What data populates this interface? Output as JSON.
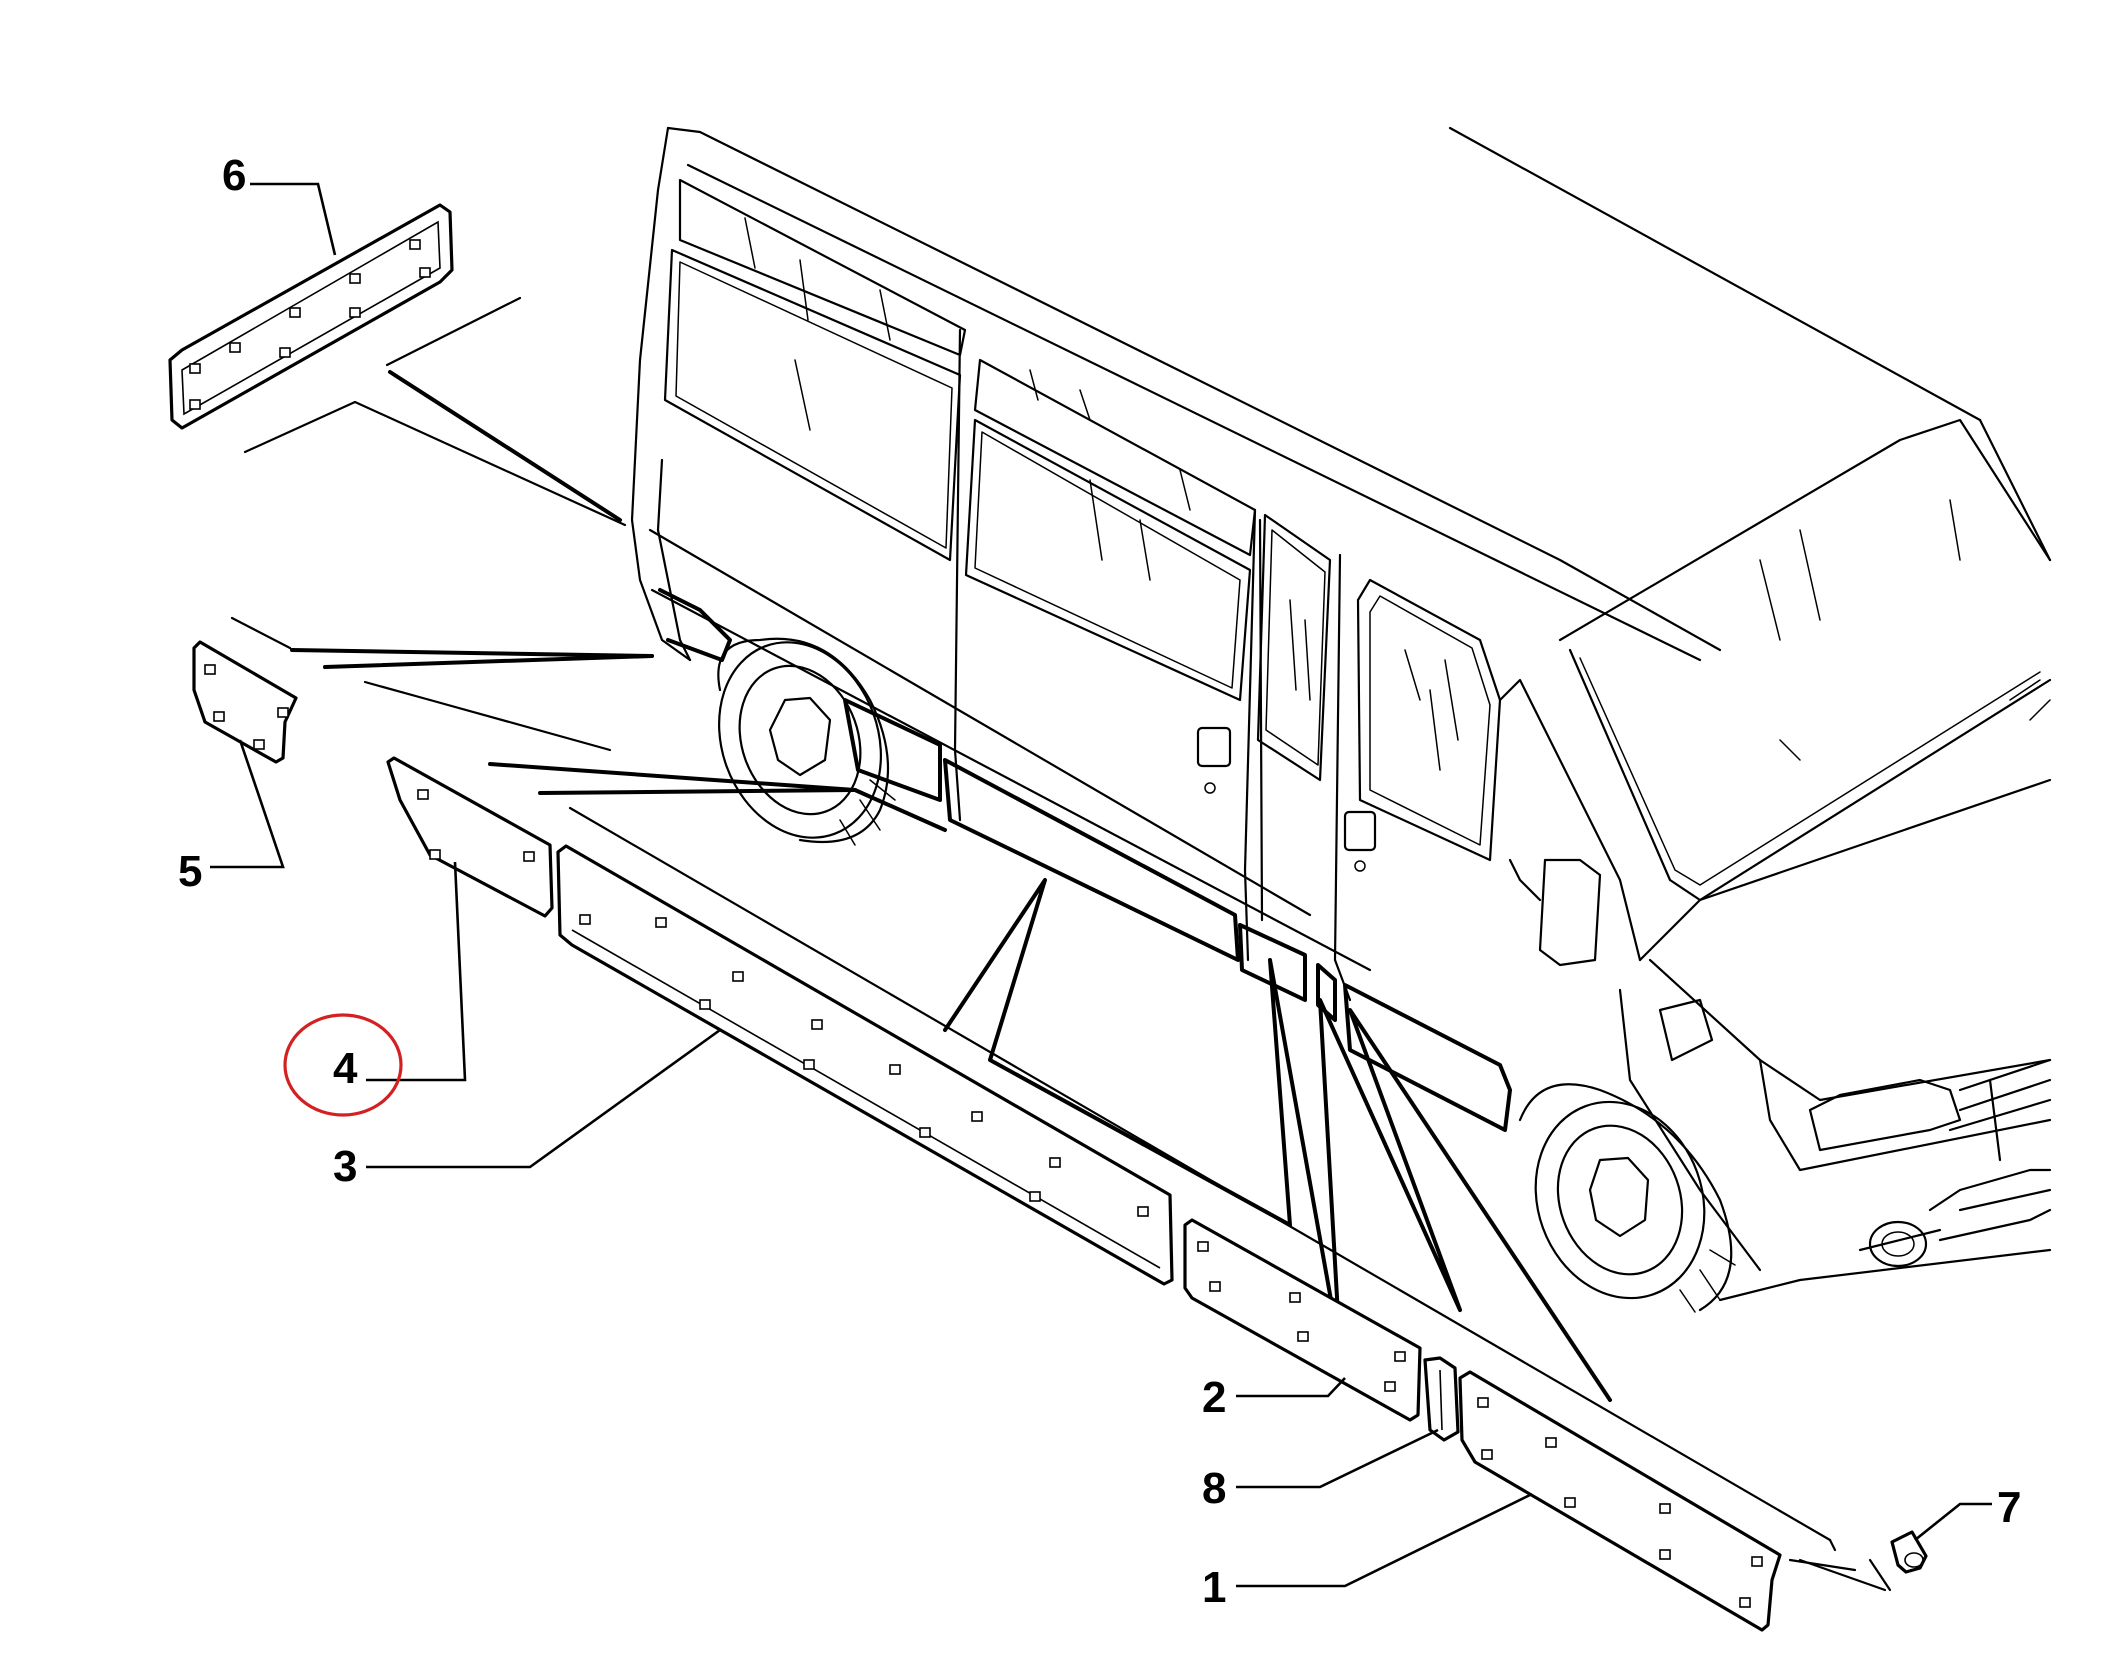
{
  "callouts": [
    {
      "id": "1",
      "label": "1"
    },
    {
      "id": "2",
      "label": "2"
    },
    {
      "id": "3",
      "label": "3"
    },
    {
      "id": "4",
      "label": "4",
      "highlighted": true
    },
    {
      "id": "5",
      "label": "5"
    },
    {
      "id": "6",
      "label": "6"
    },
    {
      "id": "7",
      "label": "7"
    },
    {
      "id": "8",
      "label": "8"
    }
  ],
  "highlight_color": "#d42020",
  "icons": [
    "van-outline",
    "side-molding-part",
    "clip-fastener"
  ]
}
